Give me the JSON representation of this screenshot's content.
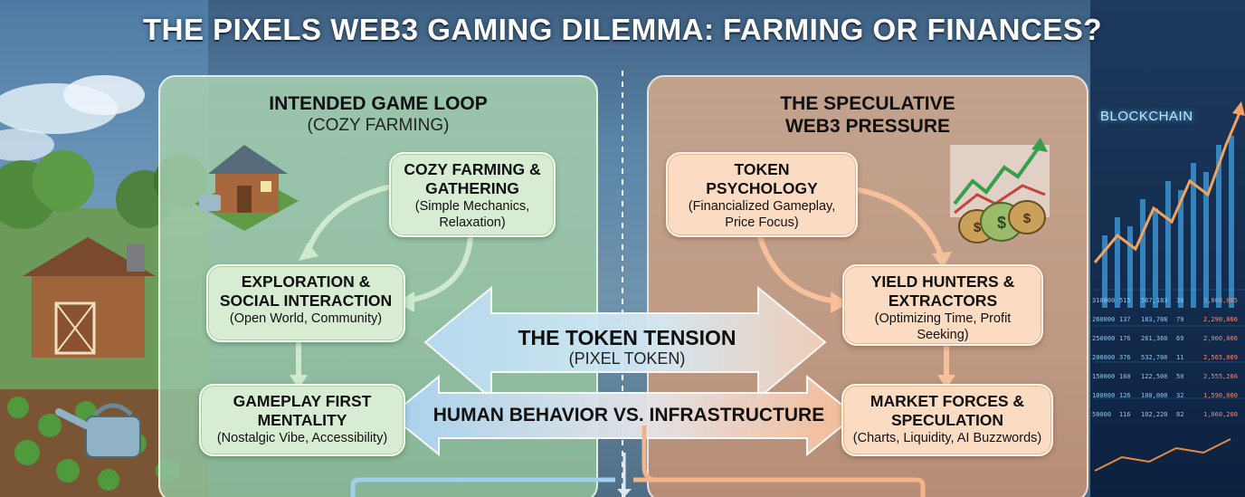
{
  "title": "THE PIXELS WEB3 GAMING DILEMMA: FARMING OR FINANCES?",
  "left_panel": {
    "heading": "INTENDED GAME LOOP",
    "subheading": "(COZY FARMING)",
    "nodes": [
      {
        "title_line1": "COZY FARMING &",
        "title_line2": "GATHERING",
        "detail_line1": "(Simple Mechanics,",
        "detail_line2": "Relaxation)"
      },
      {
        "title_line1": "EXPLORATION &",
        "title_line2": "SOCIAL INTERACTION",
        "detail_line1": "(Open World, Community)"
      },
      {
        "title_line1": "GAMEPLAY FIRST",
        "title_line2": "MENTALITY",
        "detail_line1": "(Nostalgic Vibe, Accessibility)"
      }
    ]
  },
  "right_panel": {
    "heading_line1": "THE SPECULATIVE",
    "heading_line2": "WEB3 PRESSURE",
    "nodes": [
      {
        "title_line1": "TOKEN",
        "title_line2": "PSYCHOLOGY",
        "detail_line1": "(Financialized Gameplay,",
        "detail_line2": "Price Focus)"
      },
      {
        "title_line1": "YIELD HUNTERS &",
        "title_line2": "EXTRACTORS",
        "detail_line1": "(Optimizing Time, Profit",
        "detail_line2": "Seeking)"
      },
      {
        "title_line1": "MARKET FORCES &",
        "title_line2": "SPECULATION",
        "detail_line1": "(Charts, Liquidity, AI Buzzwords)"
      }
    ]
  },
  "center": {
    "tension_title": "THE TOKEN TENSION",
    "tension_sub": "(PIXEL TOKEN)",
    "human_behavior": "HUMAN BEHAVIOR VS. INFRASTRUCTURE"
  },
  "blockchain_label": "BLOCKCHAIN",
  "ticker": {
    "col1": [
      "310000",
      "260000",
      "250000",
      "200000",
      "150000",
      "100000",
      "50000"
    ],
    "col2": [
      "515",
      "137",
      "176",
      "376",
      "160",
      "126",
      "116"
    ],
    "col3": [
      "567,183",
      "183,708",
      "261,360",
      "532,700",
      "122,500",
      "100,000",
      "102,220"
    ],
    "col4": [
      "38",
      "79",
      "69",
      "11",
      "50",
      "32",
      "82"
    ],
    "col5": [
      "3,808,065",
      "2,290,066",
      "2,900,006",
      "2,565,009",
      "2,555,206",
      "1,590,000",
      "1,060,200"
    ]
  },
  "colors": {
    "green_panel": "#9ec9a2",
    "orange_panel": "#d9a27f",
    "green_node": "#d7ecd3",
    "orange_node": "#fbdcc3",
    "blue_arrow": "#bcdcf0",
    "peach_arrow": "#f6c4a3"
  },
  "icons": [
    "farmhouse-icon",
    "watering-can-icon",
    "barn-icon",
    "money-bags-icon",
    "rising-chart-icon",
    "blockchain-chart-icon"
  ]
}
